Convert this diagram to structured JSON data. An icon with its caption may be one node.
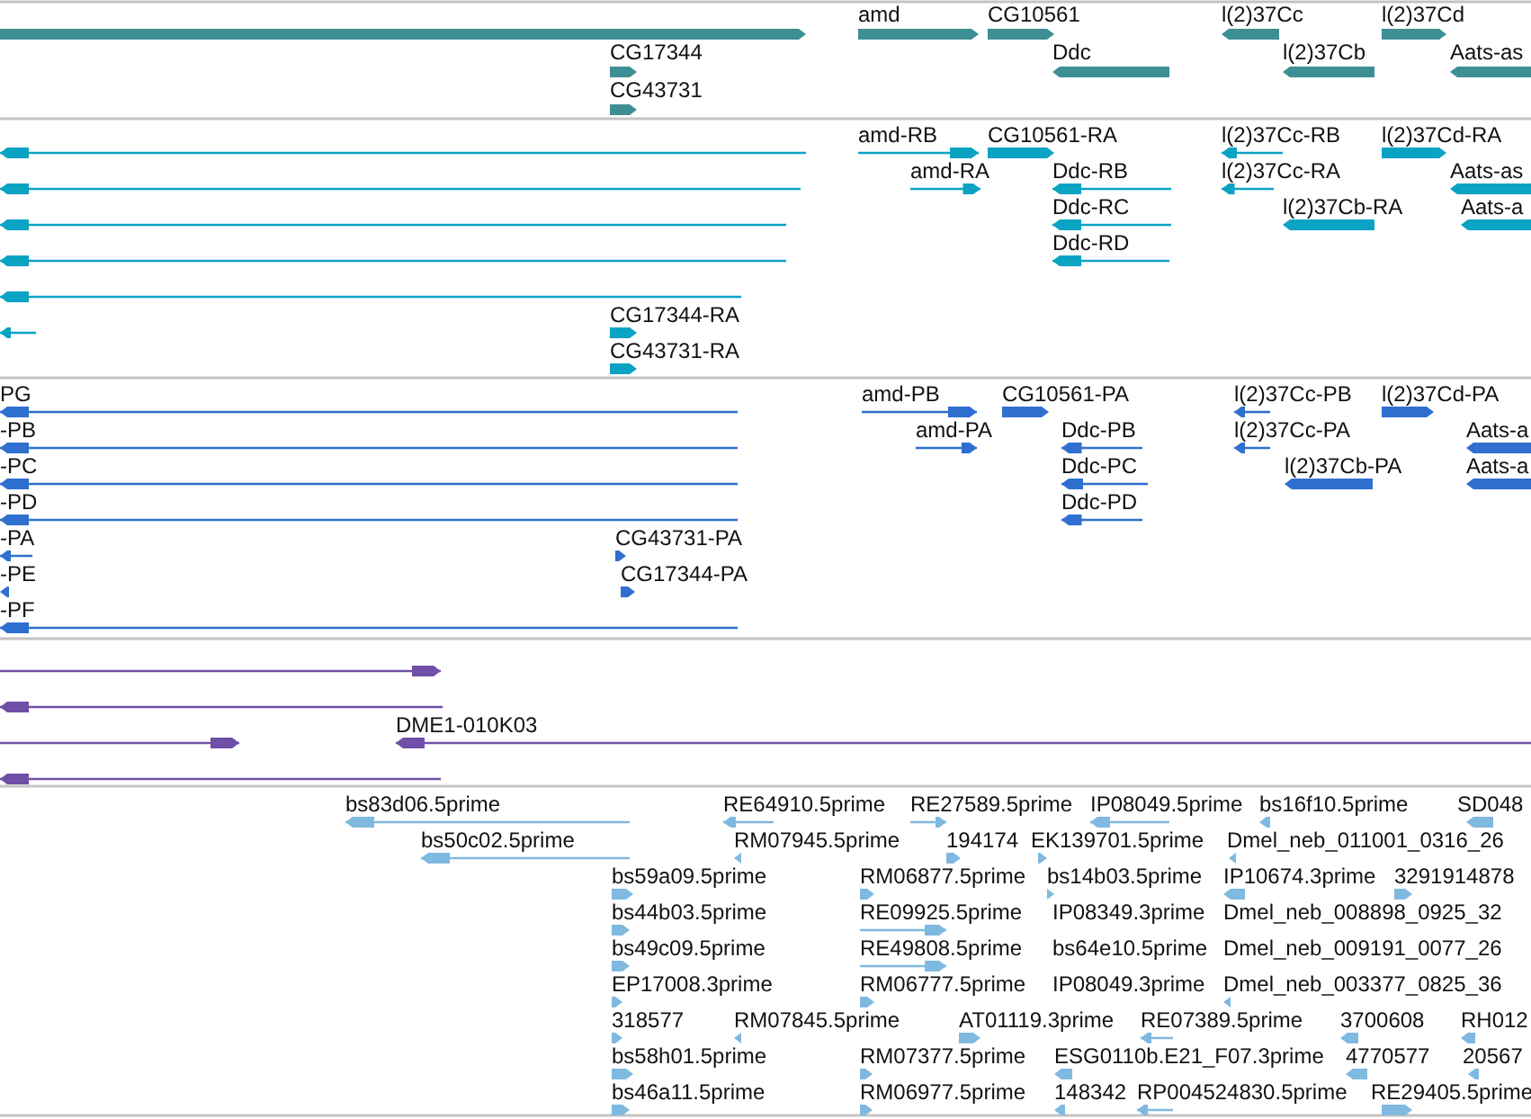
{
  "diagram": {
    "labels": [
      "amd",
      "CG10561",
      "l(2)37Cc",
      "l(2)37Cd",
      "CG17344",
      "Ddc",
      "l(2)37Cb",
      "Aats-as",
      "CG43731",
      "amd-RB",
      "CG10561-RA",
      "l(2)37Cc-RB",
      "l(2)37Cd-RA",
      "amd-RA",
      "Ddc-RB",
      "l(2)37Cc-RA",
      "Aats-as",
      "Ddc-RC",
      "l(2)37Cb-RA",
      "Aats-a",
      "Ddc-RD",
      "CG17344-RA",
      "CG43731-RA",
      "PG",
      "amd-PB",
      "CG10561-PA",
      "l(2)37Cc-PB",
      "l(2)37Cd-PA",
      "-PB",
      "amd-PA",
      "Ddc-PB",
      "l(2)37Cc-PA",
      "Aats-a",
      "-PC",
      "Ddc-PC",
      "l(2)37Cb-PA",
      "Aats-a",
      "-PD",
      "Ddc-PD",
      "-PA",
      "CG43731-PA",
      "-PE",
      "CG17344-PA",
      "-PF",
      "DME1-010K03",
      "bs83d06.5prime",
      "RE64910.5prime",
      "RE27589.5prime",
      "IP08049.5prime",
      "bs16f10.5prime",
      "SD048",
      "bs50c02.5prime",
      "RM07945.5prime",
      "194174",
      "EK139701.5prime",
      "Dmel_neb_011001_0316_26",
      "bs59a09.5prime",
      "RM06877.5prime",
      "bs14b03.5prime",
      "IP10674.3prime",
      "3291914878",
      "bs44b03.5prime",
      "RE09925.5prime",
      "IP08349.3prime",
      "Dmel_neb_008898_0925_32",
      "bs49c09.5prime",
      "RE49808.5prime",
      "bs64e10.5prime",
      "Dmel_neb_009191_0077_26",
      "EP17008.3prime",
      "RM06777.5prime",
      "IP08049.3prime",
      "Dmel_neb_003377_0825_36",
      "318577",
      "RM07845.5prime",
      "AT01119.3prime",
      "RE07389.5prime",
      "3700608",
      "RH012",
      "bs58h01.5prime",
      "RM07377.5prime",
      "ESG0110b.E21_F07.3prime",
      "4770577",
      "20567",
      "bs46a11.5prime",
      "RM06977.5prime",
      "148342",
      "RP004524830.5prime",
      "RE29405.5prime"
    ]
  }
}
